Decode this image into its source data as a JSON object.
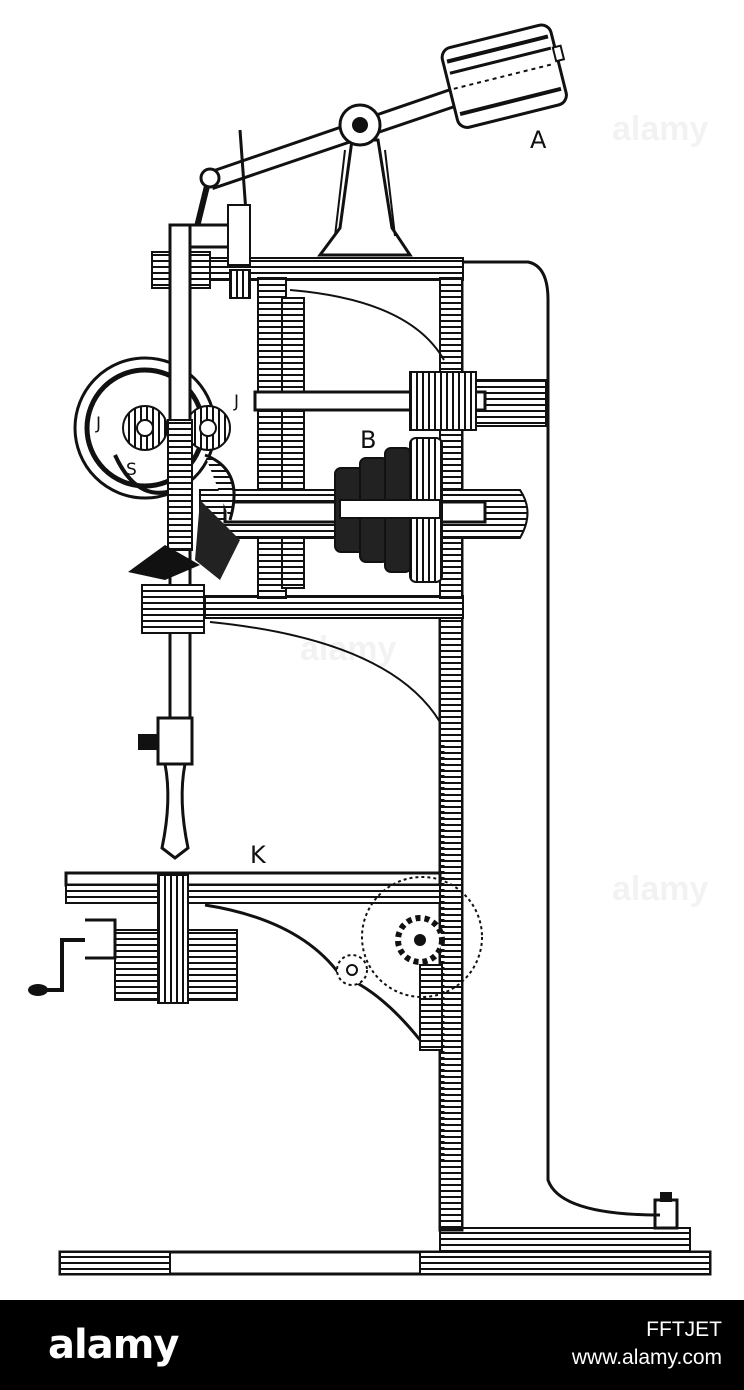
{
  "diagram": {
    "labels": {
      "a": "A",
      "b": "B",
      "j_left": "J",
      "j_right": "J",
      "s": "S",
      "k": "K"
    },
    "watermarks": [
      "alamy",
      "alamy",
      "alamy"
    ]
  },
  "footer": {
    "brand": "alamy",
    "image_id": "FFTJET",
    "site": "www.alamy.com",
    "background": "#000000",
    "text_color": "#ffffff"
  }
}
